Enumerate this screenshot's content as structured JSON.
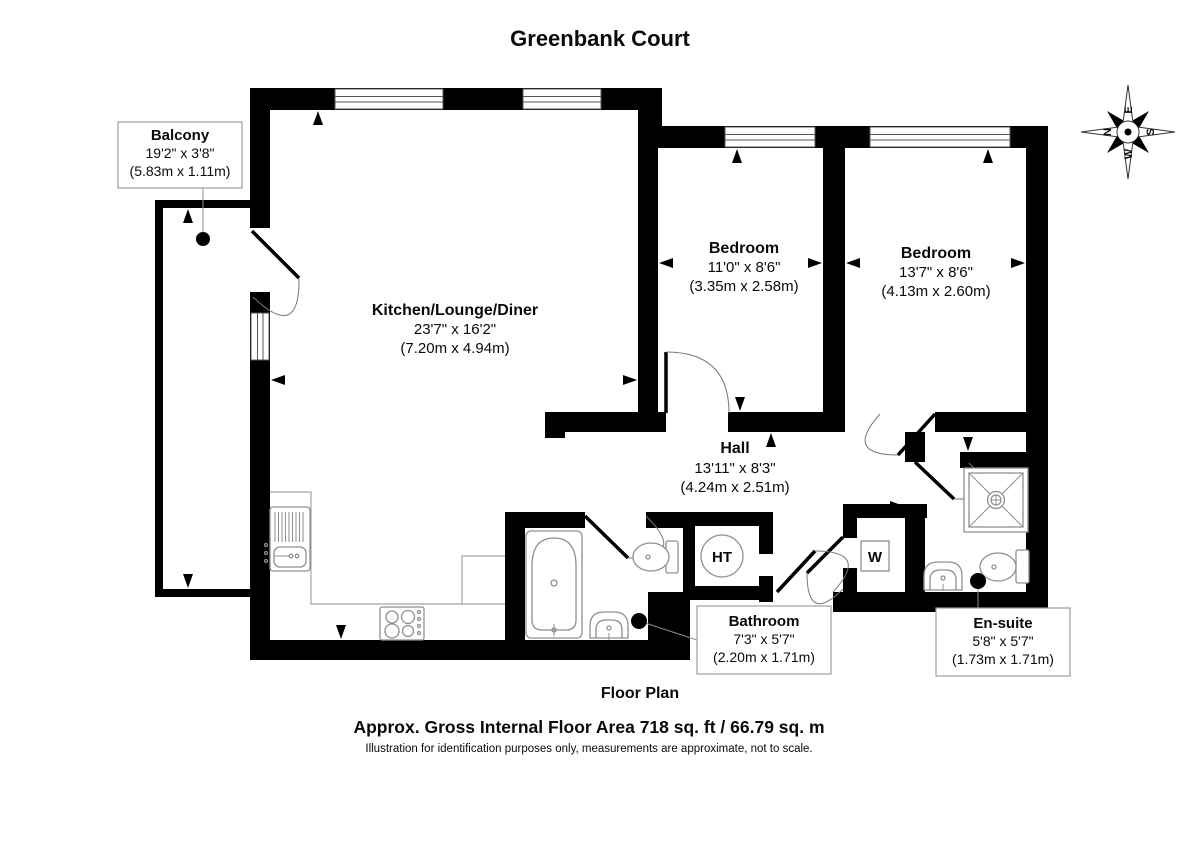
{
  "title": "Greenbank Court",
  "rooms": {
    "balcony": {
      "name": "Balcony",
      "imperial": "19'2\" x 3'8\"",
      "metric": "(5.83m x 1.11m)"
    },
    "kitchen": {
      "name": "Kitchen/Lounge/Diner",
      "imperial": "23'7\" x 16'2\"",
      "metric": "(7.20m x 4.94m)"
    },
    "bedroom1": {
      "name": "Bedroom",
      "imperial": "11'0\" x 8'6\"",
      "metric": "(3.35m x 2.58m)"
    },
    "bedroom2": {
      "name": "Bedroom",
      "imperial": "13'7\" x 8'6\"",
      "metric": "(4.13m x 2.60m)"
    },
    "hall": {
      "name": "Hall",
      "imperial": "13'11\" x 8'3\"",
      "metric": "(4.24m x 2.51m)"
    },
    "bathroom": {
      "name": "Bathroom",
      "imperial": "7'3\" x 5'7\"",
      "metric": "(2.20m x 1.71m)"
    },
    "ensuite": {
      "name": "En-suite",
      "imperial": "5'8\" x 5'7\"",
      "metric": "(1.73m x 1.71m)"
    },
    "ht": {
      "label": "HT"
    },
    "wardrobe": {
      "label": "W"
    }
  },
  "compass": {
    "n": "N",
    "e": "E",
    "s": "S",
    "w": "W"
  },
  "footer": {
    "plan_label": "Floor Plan",
    "area": "Approx. Gross Internal Floor Area 718 sq. ft / 66.79 sq. m",
    "disclaimer": "Illustration for identification purposes only, measurements are approximate, not to scale."
  },
  "colors": {
    "wall": "#000000",
    "fixture_line": "#8f8f8f"
  }
}
